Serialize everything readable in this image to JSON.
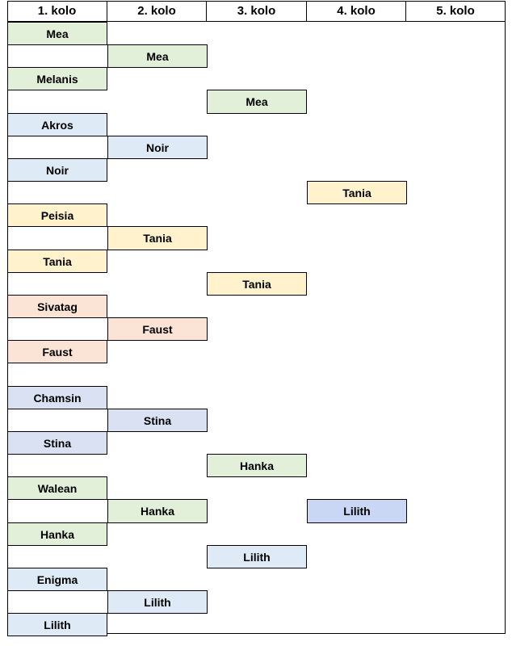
{
  "headers": [
    "1. kolo",
    "2. kolo",
    "3. kolo",
    "4. kolo",
    "5. kolo"
  ],
  "colors": {
    "green": "#e2efd9",
    "blue": "#deebf6",
    "yellow": "#fff2cc",
    "red": "#fbe4d5",
    "lavender": "#d9e1f2",
    "periwinkle": "#c9d7f5"
  },
  "cells": [
    {
      "row": 0,
      "col": 0,
      "text": "Mea",
      "color": "#e2efd9"
    },
    {
      "row": 1,
      "col": 1,
      "text": "Mea",
      "color": "#e2efd9"
    },
    {
      "row": 2,
      "col": 0,
      "text": "Melanis",
      "color": "#e2efd9"
    },
    {
      "row": 3,
      "col": 2,
      "text": "Mea",
      "color": "#e2efd9"
    },
    {
      "row": 4,
      "col": 0,
      "text": "Akros",
      "color": "#deebf6"
    },
    {
      "row": 5,
      "col": 1,
      "text": "Noir",
      "color": "#deebf6"
    },
    {
      "row": 6,
      "col": 0,
      "text": "Noir",
      "color": "#deebf6"
    },
    {
      "row": 7,
      "col": 3,
      "text": "Tania",
      "color": "#fff2cc"
    },
    {
      "row": 8,
      "col": 0,
      "text": "Peisia",
      "color": "#fff2cc"
    },
    {
      "row": 9,
      "col": 1,
      "text": "Tania",
      "color": "#fff2cc"
    },
    {
      "row": 10,
      "col": 0,
      "text": "Tania",
      "color": "#fff2cc"
    },
    {
      "row": 11,
      "col": 2,
      "text": "Tania",
      "color": "#fff2cc"
    },
    {
      "row": 12,
      "col": 0,
      "text": "Sivatag",
      "color": "#fbe4d5"
    },
    {
      "row": 13,
      "col": 1,
      "text": "Faust",
      "color": "#fbe4d5"
    },
    {
      "row": 14,
      "col": 0,
      "text": "Faust",
      "color": "#fbe4d5"
    },
    {
      "row": 16,
      "col": 0,
      "text": "Chamsin",
      "color": "#d9e1f2"
    },
    {
      "row": 17,
      "col": 1,
      "text": "Stina",
      "color": "#d9e1f2"
    },
    {
      "row": 18,
      "col": 0,
      "text": "Stina",
      "color": "#d9e1f2"
    },
    {
      "row": 19,
      "col": 2,
      "text": "Hanka",
      "color": "#e2efd9"
    },
    {
      "row": 20,
      "col": 0,
      "text": "Walean",
      "color": "#e2efd9"
    },
    {
      "row": 21,
      "col": 1,
      "text": "Hanka",
      "color": "#e2efd9"
    },
    {
      "row": 21,
      "col": 3,
      "text": "Lilith",
      "color": "#c9d7f5"
    },
    {
      "row": 22,
      "col": 0,
      "text": "Hanka",
      "color": "#e2efd9"
    },
    {
      "row": 23,
      "col": 2,
      "text": "Lilith",
      "color": "#deebf6"
    },
    {
      "row": 24,
      "col": 0,
      "text": "Enigma",
      "color": "#deebf6"
    },
    {
      "row": 25,
      "col": 1,
      "text": "Lilith",
      "color": "#deebf6"
    },
    {
      "row": 26,
      "col": 0,
      "text": "Lilith",
      "color": "#deebf6"
    }
  ]
}
